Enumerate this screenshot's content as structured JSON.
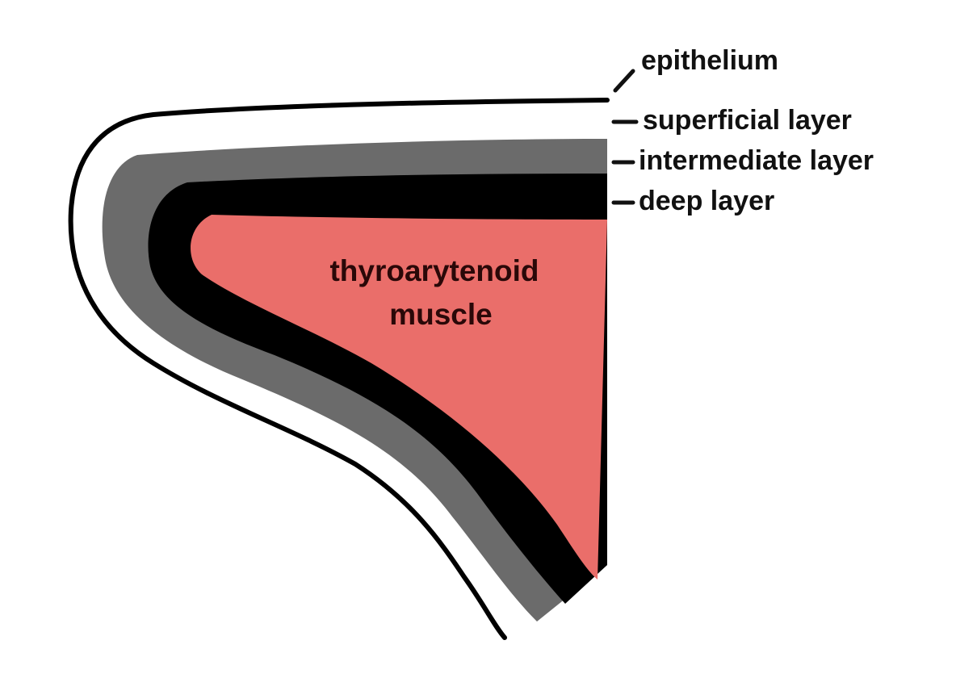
{
  "labels": {
    "epithelium": "epithelium",
    "superficial": "superficial layer",
    "intermediate": "intermediate layer",
    "deep": "deep layer",
    "muscle_line1": "thyroarytenoid",
    "muscle_line2": "muscle"
  },
  "colors": {
    "background": "#ffffff",
    "epithelium_outline": "#000000",
    "superficial_layer": "#ffffff",
    "intermediate_layer": "#6b6b6b",
    "deep_layer": "#000000",
    "muscle": "#ea6e6a",
    "label_text": "#111111"
  }
}
